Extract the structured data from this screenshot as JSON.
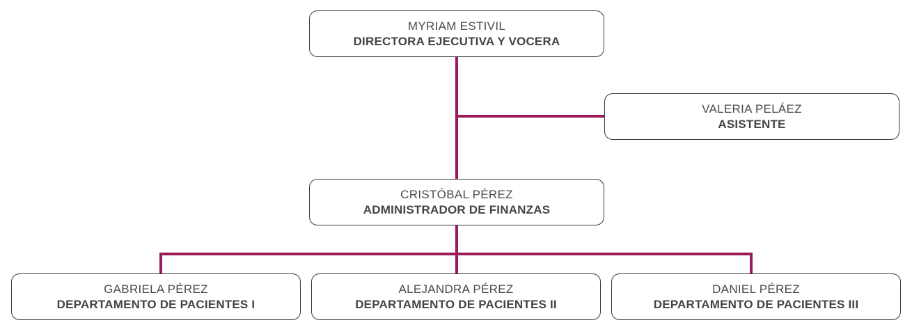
{
  "colors": {
    "connector": "#9b1b5a",
    "border": "#3a3a3a",
    "text": "#444444"
  },
  "nodes": {
    "director": {
      "name": "MYRIAM ESTIVIL",
      "role": "DIRECTORA EJECUTIVA Y VOCERA"
    },
    "assistant": {
      "name": "VALERIA PELÁEZ",
      "role": "ASISTENTE"
    },
    "finance": {
      "name": "CRISTÓBAL PÉREZ",
      "role": "ADMINISTRADOR DE FINANZAS"
    },
    "dept1": {
      "name": "GABRIELA PÉREZ",
      "role": "DEPARTAMENTO DE PACIENTES I"
    },
    "dept2": {
      "name": "ALEJANDRA PÉREZ",
      "role": "DEPARTAMENTO DE PACIENTES II"
    },
    "dept3": {
      "name": "DANIEL PÉREZ",
      "role": "DEPARTAMENTO DE PACIENTES III"
    }
  }
}
